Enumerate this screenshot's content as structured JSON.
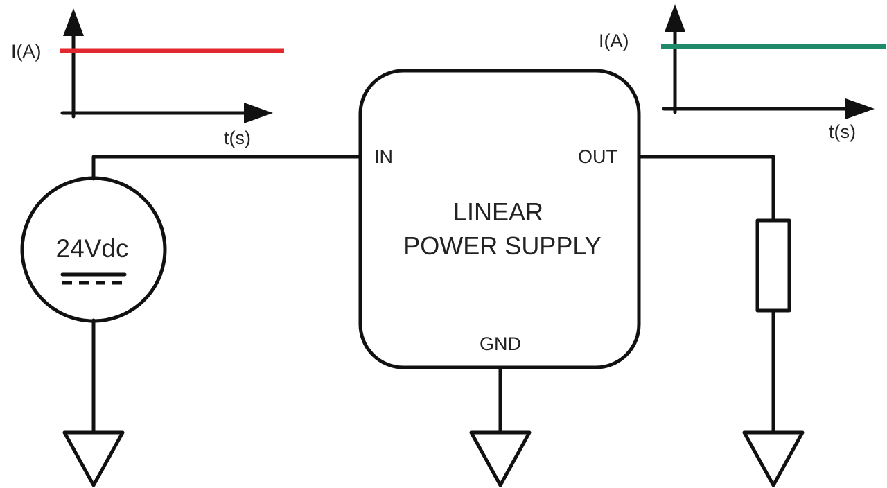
{
  "input_graph": {
    "y_label": "I(A)",
    "x_label": "t(s)",
    "line_color": "#e0282e"
  },
  "output_graph": {
    "y_label": "I(A)",
    "x_label": "t(s)",
    "line_color": "#1f8a6a"
  },
  "source": {
    "label": "24Vdc"
  },
  "supply": {
    "title_line1": "LINEAR",
    "title_line2": "POWER SUPPLY",
    "in_label": "IN",
    "out_label": "OUT",
    "gnd_label": "GND"
  }
}
